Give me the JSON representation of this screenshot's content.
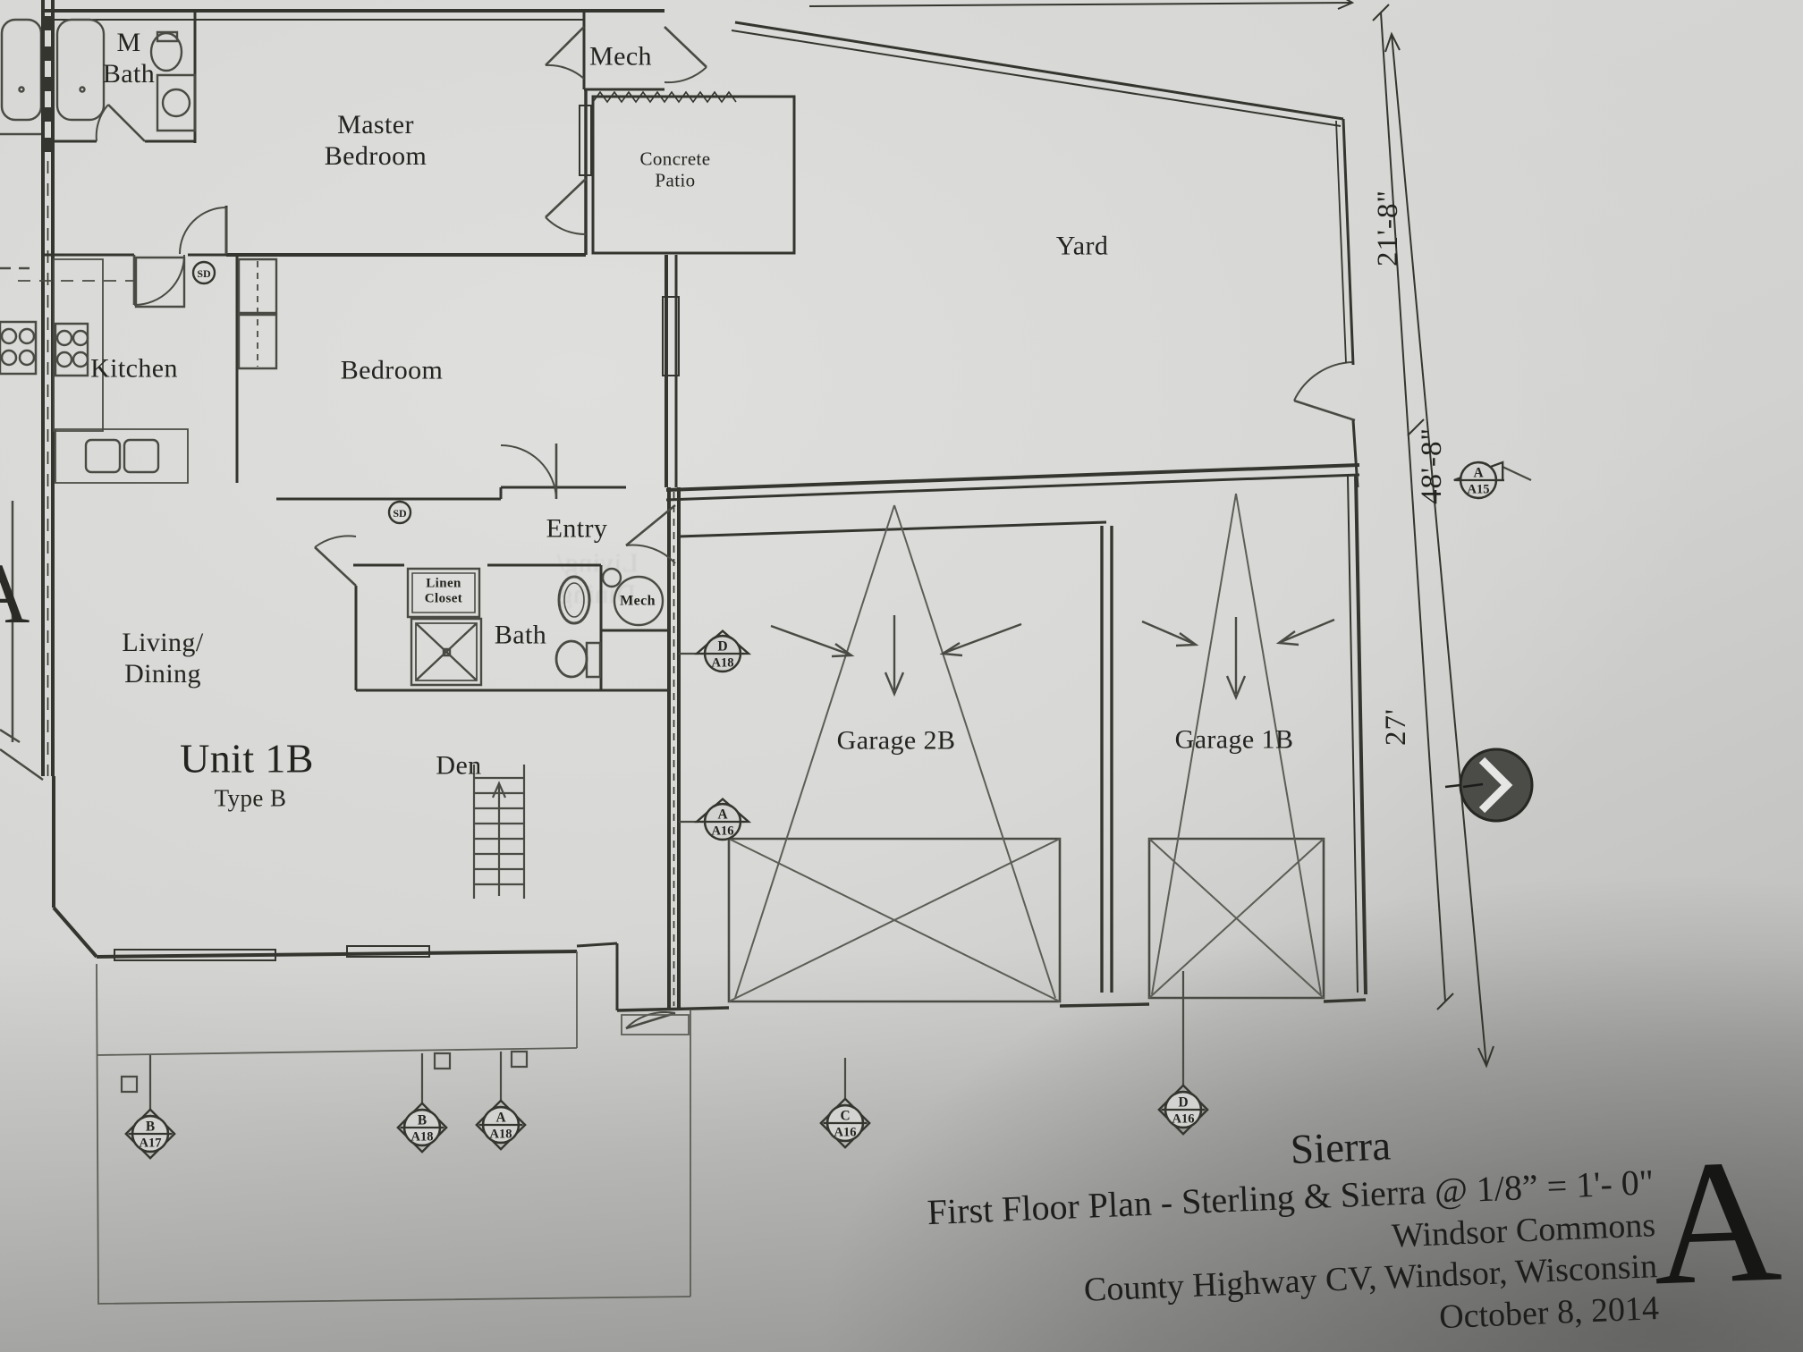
{
  "rooms": {
    "m_bath": "M\nBath",
    "master_bedroom": "Master\nBedroom",
    "mech_top": "Mech",
    "concrete_patio": "Concrete\nPatio",
    "yard": "Yard",
    "kitchen": "Kitchen",
    "bedroom": "Bedroom",
    "entry": "Entry",
    "linen_closet": "Linen\nCloset",
    "bath": "Bath",
    "mech_small": "Mech",
    "living_dining": "Living/\nDining",
    "den": "Den",
    "garage_2b": "Garage 2B",
    "garage_1b": "Garage 1B"
  },
  "unit": {
    "name": "Unit 1B",
    "type": "Type B",
    "neighbor_label": "A"
  },
  "dimensions": {
    "upper_right": "21'-8\"",
    "overall_right": "48'-8\"",
    "lower_right": "27'"
  },
  "symbols": {
    "smoke_detector": "SD"
  },
  "callouts": [
    {
      "letter": "D",
      "sheet": "A18"
    },
    {
      "letter": "A",
      "sheet": "A16"
    },
    {
      "letter": "A",
      "sheet": "A15"
    },
    {
      "letter": "B",
      "sheet": "A17"
    },
    {
      "letter": "B",
      "sheet": "A18"
    },
    {
      "letter": "A",
      "sheet": "A18"
    },
    {
      "letter": "C",
      "sheet": "A16"
    },
    {
      "letter": "D",
      "sheet": "A16"
    }
  ],
  "title_block": {
    "plan_name": "Sierra",
    "plan_title": "First Floor Plan - Sterling & Sierra @ 1/8” = 1'- 0\"",
    "development": "Windsor Commons",
    "address": "County Highway CV, Windsor, Wisconsin",
    "date": "October 8, 2014",
    "sheet_letter": "A"
  },
  "colors": {
    "paper": "#d3d3d1",
    "ink": "#35352f",
    "icon_fill": "#4b4b47"
  }
}
